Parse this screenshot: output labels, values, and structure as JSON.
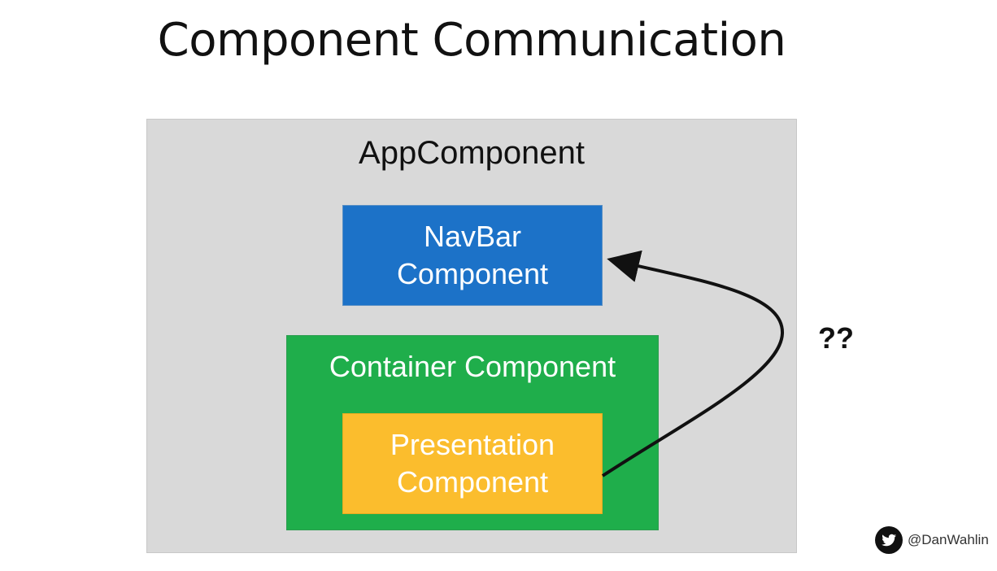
{
  "slide": {
    "title": "Component Communication"
  },
  "diagram": {
    "app_component": {
      "label": "AppComponent",
      "color": "#d9d9d9"
    },
    "navbar_component": {
      "label_line1": "NavBar",
      "label_line2": "Component",
      "color": "#1c72c8"
    },
    "container_component": {
      "label": "Container Component",
      "color": "#1fae4b"
    },
    "presentation_component": {
      "label_line1": "Presentation",
      "label_line2": "Component",
      "color": "#fbbd2d"
    },
    "arrow": {
      "from": "Presentation Component",
      "to": "NavBar Component",
      "label": "??"
    }
  },
  "footer": {
    "icon": "twitter-icon",
    "handle": "@DanWahlin"
  }
}
